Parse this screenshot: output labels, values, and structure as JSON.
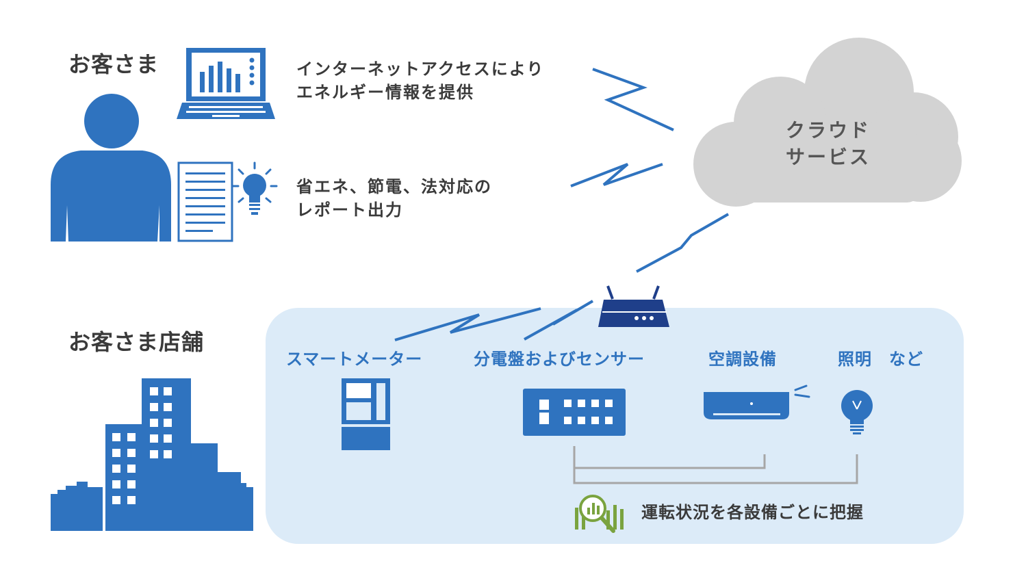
{
  "customer": {
    "title": "お客さま",
    "web_line1": "インターネットアクセスにより",
    "web_line2": "エネルギー情報を提供",
    "report_line1": "省エネ、節電、法対応の",
    "report_line2": "レポート出力"
  },
  "cloud": {
    "line1": "クラウド",
    "line2": "サービス"
  },
  "store": {
    "title": "お客さま店舗",
    "devices": [
      "スマートメーター",
      "分電盤およびセンサー",
      "空調設備",
      "照明　など"
    ],
    "monitor_text": "運転状況を各設備ごとに把握"
  },
  "icons": [
    "person-icon",
    "laptop-icon",
    "document-icon",
    "lightbulb-icon",
    "cloud-icon",
    "router-icon",
    "smart-meter-icon",
    "distribution-board-icon",
    "air-conditioner-icon",
    "lightbulb-icon",
    "magnifier-chart-icon",
    "building-icon",
    "wireless-signal-icon"
  ],
  "colors": {
    "primary_blue": "#2f73bf",
    "dark_navy": "#1f3f8a",
    "cloud_gray": "#d3d3d3",
    "store_bg": "#dcebf8",
    "connector_gray": "#a6a6a6",
    "text_dark": "#3a3a3a"
  }
}
